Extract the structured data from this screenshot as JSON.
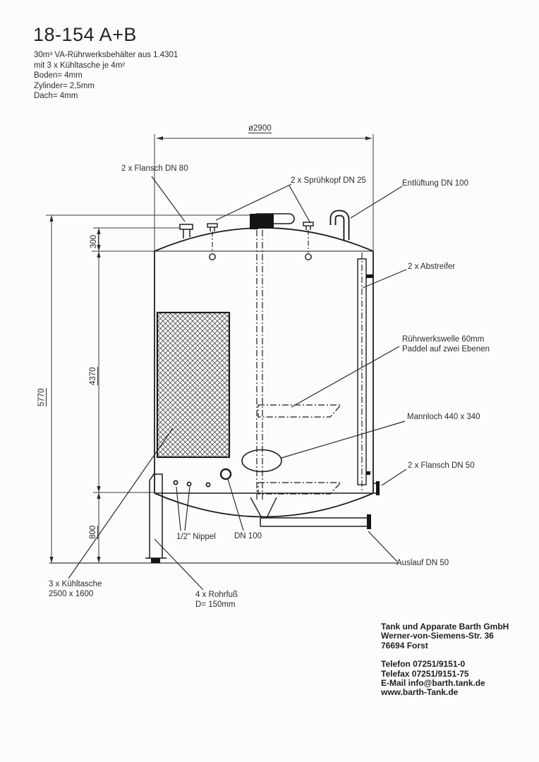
{
  "title": "18-154 A+B",
  "specs": [
    "30m³ VA-Rührwerksbehälter aus 1.4301",
    "mit 3 x Kühltasche je 4m²",
    "Boden= 4mm",
    "Zylinder= 2,5mm",
    "Dach= 4mm"
  ],
  "dimensions": {
    "diameter": "ø2900",
    "roof_height": "300",
    "cylinder_height": "4370",
    "total_height": "5770",
    "leg_height": "800"
  },
  "labels": {
    "flansch_dn80": "2 x Flansch DN 80",
    "spruehkopf": "2 x Sprühkopf DN 25",
    "entlueftung": "Entlüftung DN 100",
    "abstreifer": "2 x Abstreifer",
    "ruehrwerkswelle_line1": "Rührwerkswelle 60mm",
    "ruehrwerkswelle_line2": "Paddel auf zwei Ebenen",
    "mannloch": "Mannloch 440 x 340",
    "flansch_dn50": "2 x Flansch DN 50",
    "nippel": "1/2\" Nippel",
    "dn100": "DN 100",
    "auslauf": "Auslauf DN 50",
    "kuehltasche_line1": "3 x Kühltasche",
    "kuehltasche_line2": "2500 x 1600",
    "rohrfuss_line1": "4 x Rohrfuß",
    "rohrfuss_line2": "D= 150mm"
  },
  "company": {
    "name": "Tank und Apparate Barth GmbH",
    "street": "Werner-von-Siemens-Str. 36",
    "city": "76694 Forst",
    "phone": "Telefon 07251/9151-0",
    "fax": "Telefax 07251/9151-75",
    "email": "E-Mail info@barth.tank.de",
    "web": "www.barth-Tank.de"
  },
  "colors": {
    "line": "#1c1c1c",
    "dim_line": "#3a3a3a",
    "background": "#fcfcfa"
  }
}
